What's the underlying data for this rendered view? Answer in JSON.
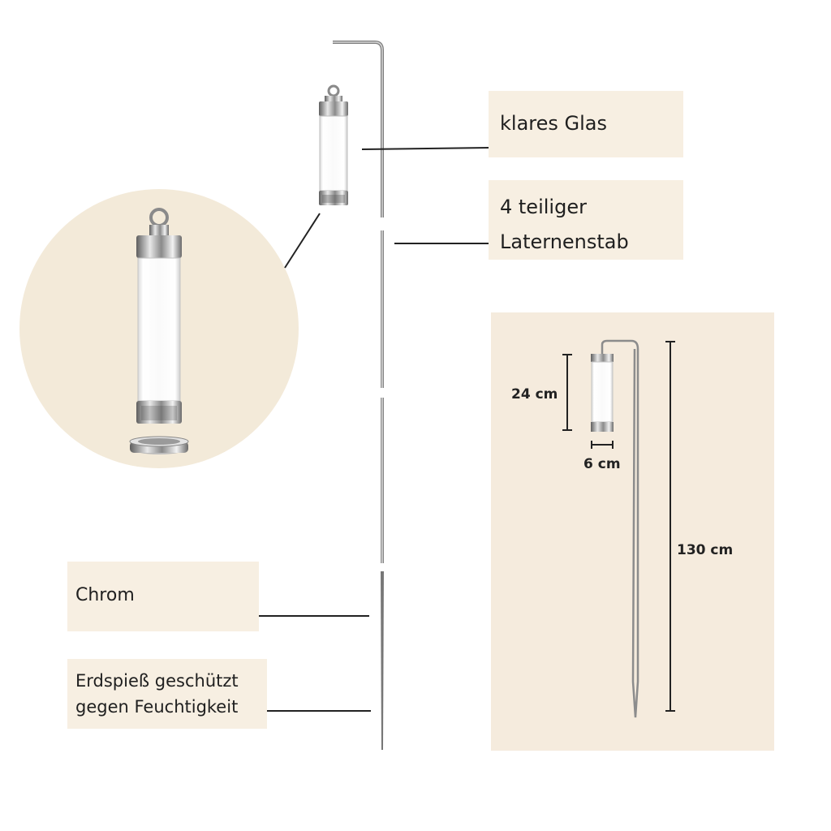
{
  "labels": {
    "glass": "klares Glas",
    "rod_line1": "4 teiliger",
    "rod_line2": "Laternenstab",
    "chrome": "Chrom",
    "spike_line1": "Erdspieß geschützt",
    "spike_line2": "gegen Feuchtigkeit"
  },
  "dimensions": {
    "height_lantern": "24 cm",
    "width_lantern": "6 cm",
    "height_total": "130 cm"
  },
  "colors": {
    "label_bg": "#f7efe2",
    "circle_bg": "#f3ead9",
    "panel_bg": "#f5ebdd",
    "chrome": "#9a9a9a"
  }
}
